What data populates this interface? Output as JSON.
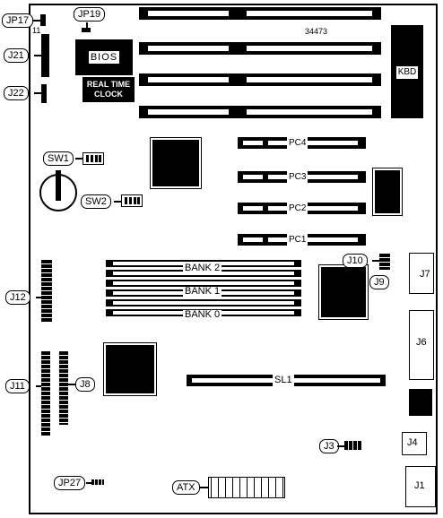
{
  "figure_id": "34473",
  "chips": {
    "bios": "BIOS",
    "rtc_line1": "REAL TIME",
    "rtc_line2": "CLOCK",
    "kbd": "KBD"
  },
  "pin_marker": "11",
  "isa_slots": [
    "PC4",
    "PC3",
    "PC2",
    "PC1"
  ],
  "banks": [
    "BANK 2",
    "BANK 1",
    "BANK 0"
  ],
  "vlb_slot": "SL1",
  "labels": {
    "jp17": "JP17",
    "jp19": "JP19",
    "j21": "J21",
    "j22": "J22",
    "sw1": "SW1",
    "sw2": "SW2",
    "j12": "J12",
    "j11": "J11",
    "j8": "J8",
    "j10": "J10",
    "j9": "J9",
    "j7": "J7",
    "j6": "J6",
    "j3": "J3",
    "j4": "J4",
    "j1": "J1",
    "jp27": "JP27",
    "atx": "ATX"
  }
}
